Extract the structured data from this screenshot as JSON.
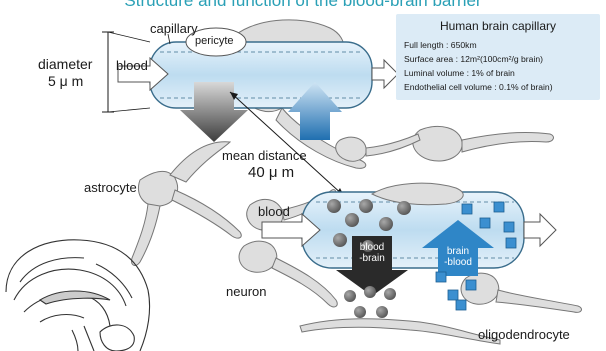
{
  "title": "Structure and function of the blood-brain barrier",
  "labels": {
    "capillary": "capillary",
    "pericyte": "pericyte",
    "diameter": "diameter",
    "diameter_value": "5 μ m",
    "blood_top": "blood",
    "mean_distance": "mean distance",
    "mean_distance_value": "40 μ m",
    "astrocyte": "astrocyte",
    "blood_bottom": "blood",
    "neuron": "neuron",
    "oligodendrocyte": "oligodendrocyte",
    "blood_brain": "blood\n-brain",
    "brain_blood": "brain\n-blood"
  },
  "info_box": {
    "title": "Human brain capillary",
    "lines": [
      "Full length : 650km",
      "Surface area : 12m²(100cm²/g brain)",
      "Luminal volume : 1% of brain",
      "Endothelial cell volume : 0.1% of brain)"
    ]
  },
  "colors": {
    "title": "#2aa0b6",
    "vessel_fill": "#cfe6f5",
    "vessel_stroke": "#3a6d8c",
    "blue_arrow": "#2f86c7",
    "blue_square": "#3b8fd0",
    "particle": "#707070",
    "cell_fill": "#dedede"
  }
}
